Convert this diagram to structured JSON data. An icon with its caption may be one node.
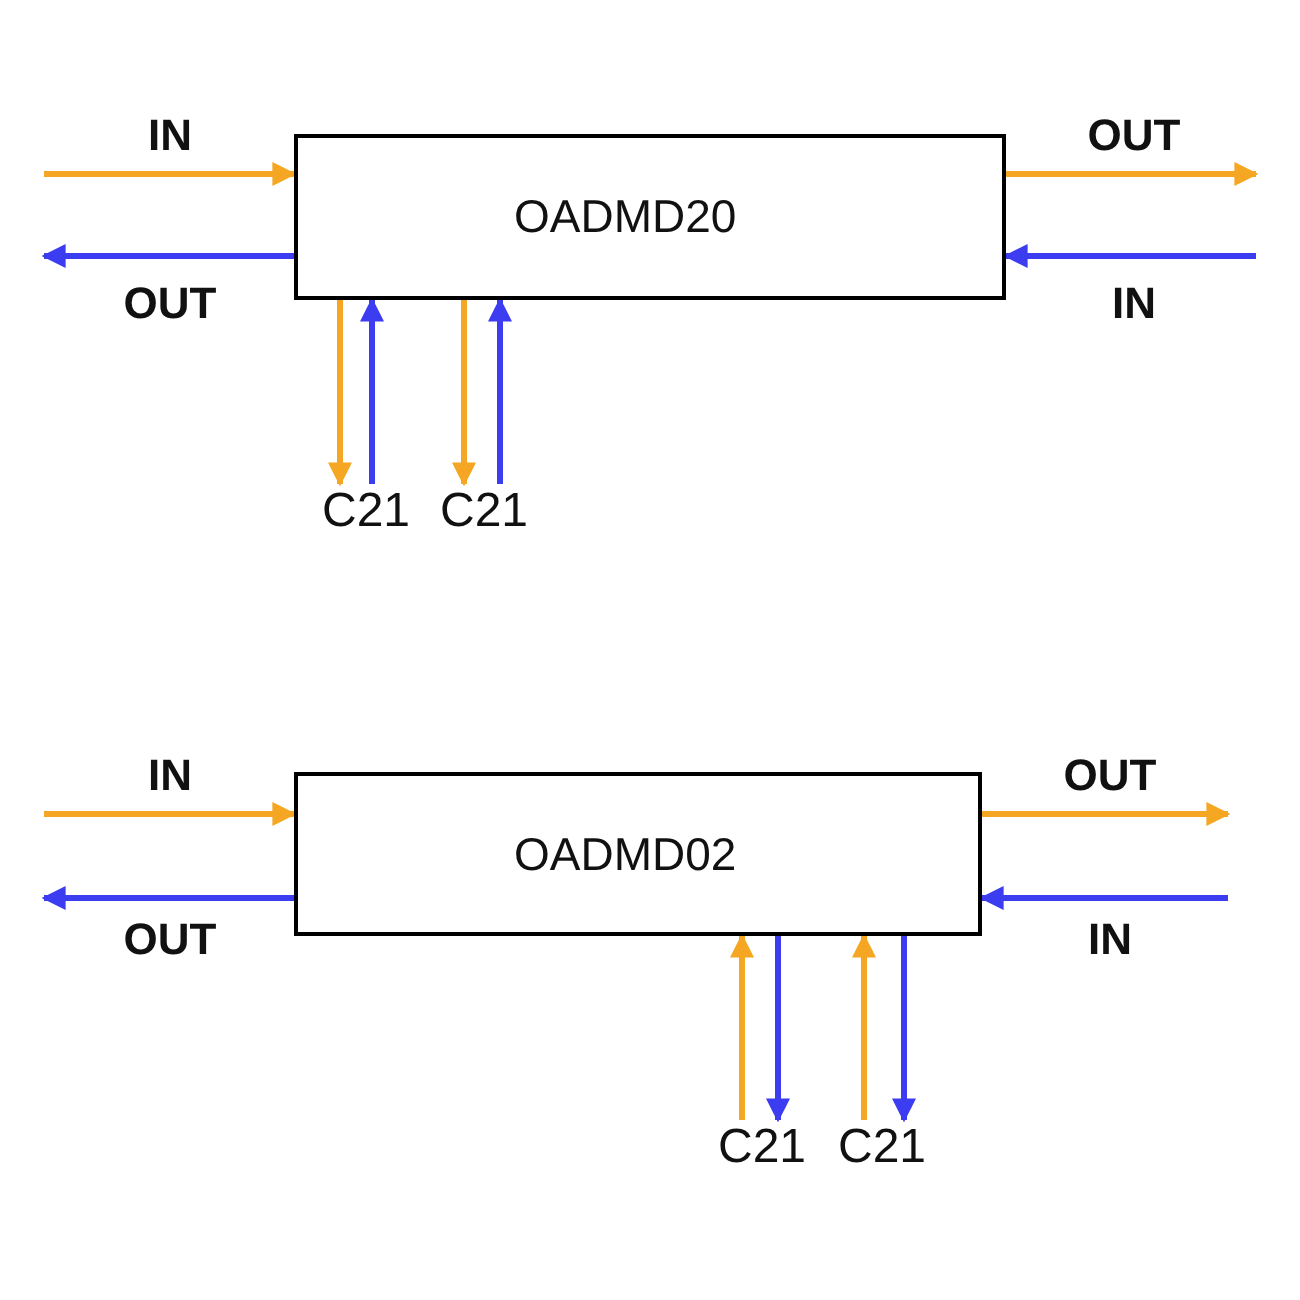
{
  "diagram": {
    "nodes": [
      {
        "text": [
          "OADMD20"
        ]
      },
      {
        "text": [
          "OADMD02"
        ]
      },
      {
        "text": [
          "C21"
        ]
      },
      {
        "text": [
          "C21"
        ]
      },
      {
        "text": [
          "C21"
        ]
      },
      {
        "text": [
          "C21"
        ]
      }
    ],
    "edges": [
      {
        "from": null,
        "to": 0,
        "arrow": "to",
        "label": "IN",
        "color": "#f5a623"
      },
      {
        "from": 0,
        "to": null,
        "arrow": "to",
        "label": "OUT",
        "color": "#3c3cf0"
      },
      {
        "from": 0,
        "to": null,
        "arrow": "to",
        "label": "OUT",
        "color": "#f5a623"
      },
      {
        "from": null,
        "to": 0,
        "arrow": "to",
        "label": "IN",
        "color": "#3c3cf0"
      },
      {
        "from": 0,
        "to": 2,
        "arrow": "to",
        "color": "#f5a623"
      },
      {
        "from": 2,
        "to": 0,
        "arrow": "to",
        "color": "#3c3cf0"
      },
      {
        "from": 0,
        "to": 3,
        "arrow": "to",
        "color": "#f5a623"
      },
      {
        "from": 3,
        "to": 0,
        "arrow": "to",
        "color": "#3c3cf0"
      },
      {
        "from": null,
        "to": 1,
        "arrow": "to",
        "label": "IN",
        "color": "#f5a623"
      },
      {
        "from": 1,
        "to": null,
        "arrow": "to",
        "label": "OUT",
        "color": "#3c3cf0"
      },
      {
        "from": 1,
        "to": null,
        "arrow": "to",
        "label": "OUT",
        "color": "#f5a623"
      },
      {
        "from": null,
        "to": 1,
        "arrow": "to",
        "label": "IN",
        "color": "#3c3cf0"
      },
      {
        "from": 4,
        "to": 1,
        "arrow": "to",
        "color": "#f5a623"
      },
      {
        "from": 1,
        "to": 4,
        "arrow": "to",
        "color": "#3c3cf0"
      },
      {
        "from": 5,
        "to": 1,
        "arrow": "to",
        "color": "#f5a623"
      },
      {
        "from": 1,
        "to": 5,
        "arrow": "to",
        "color": "#3c3cf0"
      }
    ]
  }
}
